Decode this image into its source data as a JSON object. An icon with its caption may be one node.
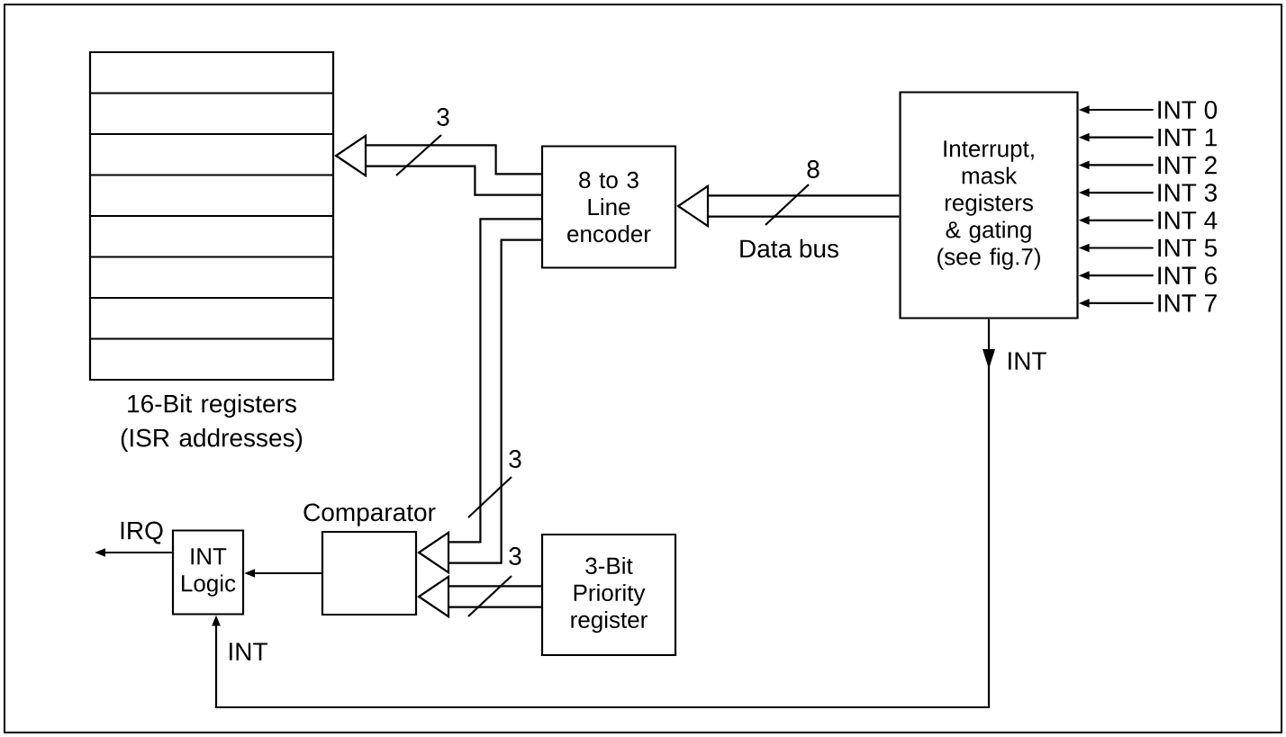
{
  "diagram": {
    "nodes": [
      {
        "text": [],
        "shape": "box",
        "beside": [
          "16-Bit registers (ISR addresses)"
        ]
      },
      {
        "text": [
          "8 to 3 Line encoder"
        ]
      },
      {
        "text": [
          "Interrupt, mask registers & gating (see fig.7)"
        ]
      },
      {
        "text": [
          "INT 0"
        ]
      },
      {
        "text": [
          "INT 1"
        ]
      },
      {
        "text": [
          "INT 2"
        ]
      },
      {
        "text": [
          "INT 3"
        ]
      },
      {
        "text": [
          "INT 4"
        ]
      },
      {
        "text": [
          "INT 5"
        ]
      },
      {
        "text": [
          "INT 6"
        ]
      },
      {
        "text": [
          "INT 7"
        ]
      },
      {
        "text": [
          "Comparator"
        ]
      },
      {
        "text": [
          "3-Bit Priority register"
        ]
      },
      {
        "text": [
          "INT Logic"
        ]
      }
    ],
    "edges": [
      {
        "from": 1,
        "to": 0,
        "arrow": "to",
        "label": "3",
        "style": "thick"
      },
      {
        "from": 2,
        "to": 1,
        "arrow": "to",
        "label": "8",
        "style": "thick"
      },
      {
        "from": 1,
        "to": 11,
        "arrow": "to",
        "label": "3",
        "style": "thick"
      },
      {
        "from": 12,
        "to": 11,
        "arrow": "to",
        "label": "3",
        "style": "thick"
      },
      {
        "from": 11,
        "to": 13,
        "arrow": "to"
      },
      {
        "from": 13,
        "to": null,
        "arrow": "to",
        "label": "IRQ"
      },
      {
        "from": 2,
        "to": 13,
        "arrow": "to",
        "label": "INT"
      },
      {
        "from": 3,
        "to": 2,
        "arrow": "to"
      },
      {
        "from": 4,
        "to": 2,
        "arrow": "to"
      },
      {
        "from": 5,
        "to": 2,
        "arrow": "to"
      },
      {
        "from": 6,
        "to": 2,
        "arrow": "to"
      },
      {
        "from": 7,
        "to": 2,
        "arrow": "to"
      },
      {
        "from": 8,
        "to": 2,
        "arrow": "to"
      },
      {
        "from": 9,
        "to": 2,
        "arrow": "to"
      },
      {
        "from": 10,
        "to": 2,
        "arrow": "to"
      }
    ],
    "labels": [
      "Data bus",
      "INT"
    ]
  }
}
